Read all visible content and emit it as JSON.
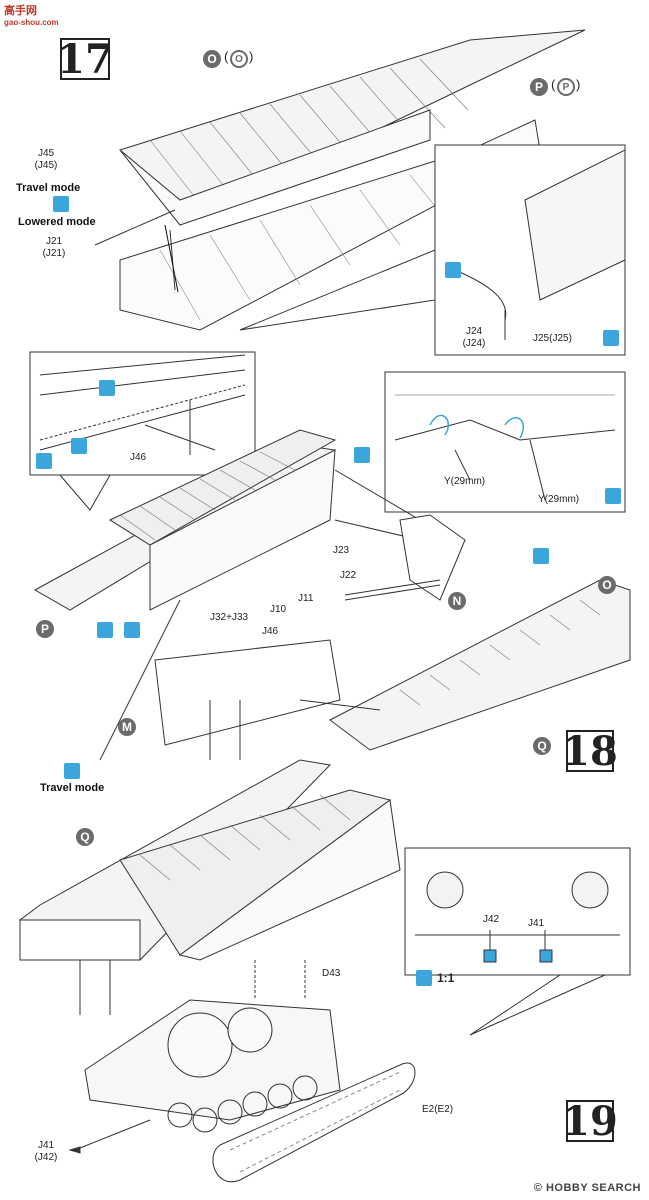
{
  "watermarks": {
    "top_main": "高手网",
    "top_sub": "gao-shou.com",
    "bottom": "© HOBBY SEARCH"
  },
  "steps": [
    "17",
    "18",
    "19"
  ],
  "parts": {
    "O": "O",
    "O_paren": "O",
    "P": "P",
    "P_paren": "P",
    "N": "N",
    "M": "M",
    "Q": "Q",
    "Q2": "Q",
    "P2": "P",
    "O2": "O"
  },
  "labels": {
    "j45": "J45",
    "j45b": "(J45)",
    "travel_mode": "Travel mode",
    "lowered_mode": "Lowered mode",
    "j21": "J21",
    "j21b": "(J21)",
    "j24": "J24",
    "j24b": "(J24)",
    "j25": "J25(J25)",
    "j46a": "J46",
    "y29a": "Y(29mm)",
    "y29b": "Y(29mm)",
    "j23": "J23",
    "j22": "J22",
    "j11": "J11",
    "j10": "J10",
    "j32": "J32+J33",
    "j46b": "J46",
    "travel_mode2": "Travel mode",
    "j42": "J42",
    "j41": "J41",
    "scale": "1:1",
    "d43": "D43",
    "e2": "E2(E2)",
    "j41b": "J41",
    "j42b": "(J42)"
  },
  "colors": {
    "line": "#333333",
    "accent": "#3aa6dc",
    "marker": "#6b6b6b"
  }
}
